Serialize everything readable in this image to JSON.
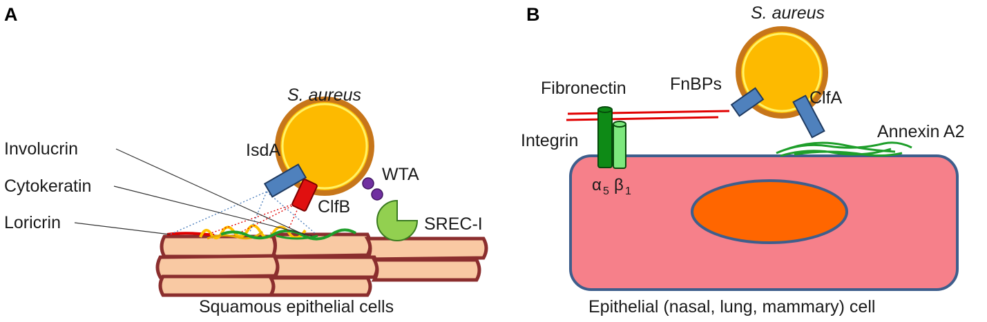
{
  "panel_a": {
    "letter": "A",
    "organism": "S. aureus",
    "labels": {
      "involucrin": "Involucrin",
      "cytokeratin": "Cytokeratin",
      "loricrin": "Loricrin",
      "isda": "IsdA",
      "clfb": "ClfB",
      "wta": "WTA",
      "srec": "SREC-I"
    },
    "caption": "Squamous epithelial cells"
  },
  "panel_b": {
    "letter": "B",
    "organism": "S. aureus",
    "labels": {
      "fibronectin": "Fibronectin",
      "fnbps": "FnBPs",
      "clfa": "ClfA",
      "integrin": "Integrin",
      "annexin": "Annexin A2",
      "alpha": "α",
      "alpha_sub": "5",
      "beta": "β",
      "beta_sub": "1"
    },
    "caption": "Epithelial (nasal, lung, mammary) cell"
  },
  "colors": {
    "bacterium_fill": "#FDBA00",
    "bacterium_rim": "#C7761A",
    "bacterium_inner": "#FFF266",
    "receptor_blue": "#4F81BD",
    "clfb_red": "#E01010",
    "wta_purple": "#7030A0",
    "srec_green": "#92D050",
    "squamous_fill": "#F9C9A3",
    "squamous_edge": "#8B2E2E",
    "fibronectin_red": "#E00000",
    "integrin_dark": "#0E8A16",
    "integrin_light": "#7DE87D",
    "annexin_green": "#1E9E2A",
    "cell_fill": "#F6808A",
    "cell_edge": "#3E5E8C",
    "nucleus_fill": "#FF6600"
  }
}
